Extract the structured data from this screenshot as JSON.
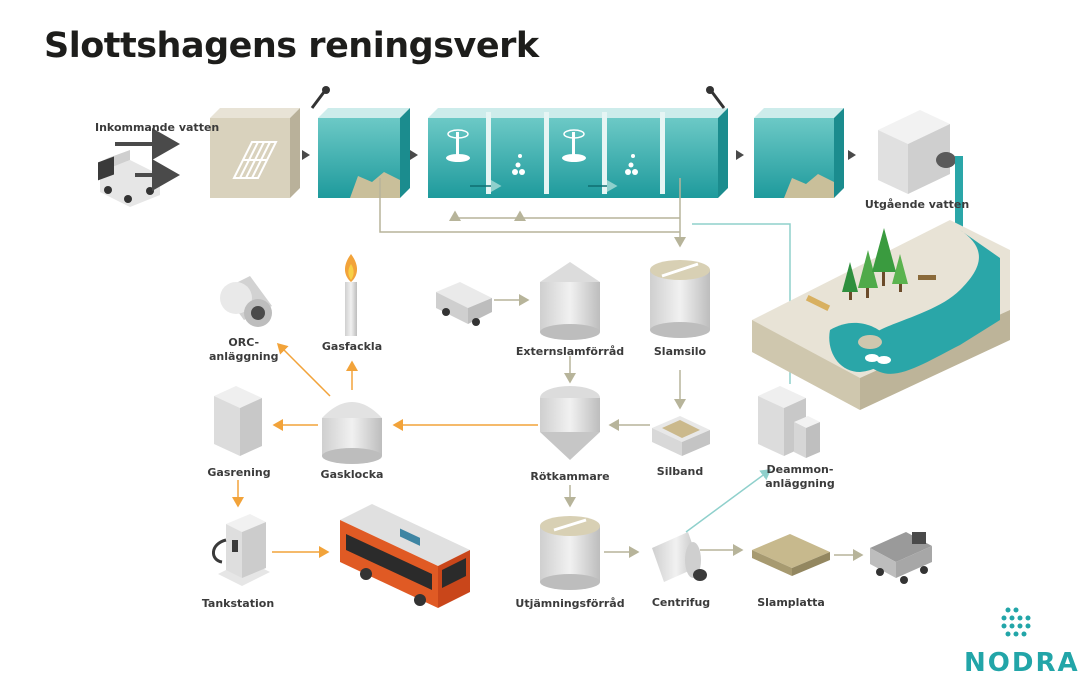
{
  "title": "Slottshagens reningsverk",
  "labels": {
    "incoming_water": "Inkommande vatten",
    "outgoing_water": "Utgående vatten",
    "orc": "ORC-\nanläggning",
    "gas_flare": "Gasfackla",
    "external_sludge_storage": "Externslamförråd",
    "sludge_silo": "Slamsilo",
    "gas_cleaning": "Gasrening",
    "gas_holder": "Gasklocka",
    "digester": "Rötkammare",
    "screen_belt": "Silband",
    "deammon": "Deammon-\nanläggning",
    "fuel_station": "Tankstation",
    "equalization_storage": "Utjämningsförråd",
    "centrifuge": "Centrifug",
    "sludge_slab": "Slamplatta"
  },
  "logo": {
    "text": "NODRA",
    "color": "#22a5a8"
  },
  "colors": {
    "water": "#2aa6a8",
    "sludge_line": "#b7b49a",
    "gas_line": "#f2a33a",
    "teal_line": "#8fd0cc",
    "title": "#1d1d1b"
  },
  "icons": [
    "truck-icon",
    "screen-grid-icon",
    "dropper-icon",
    "mixer-icon",
    "silo-icon",
    "flame-icon",
    "bus-icon",
    "fuel-pump-icon",
    "dump-truck-icon",
    "tree-icon",
    "swan-icon"
  ]
}
